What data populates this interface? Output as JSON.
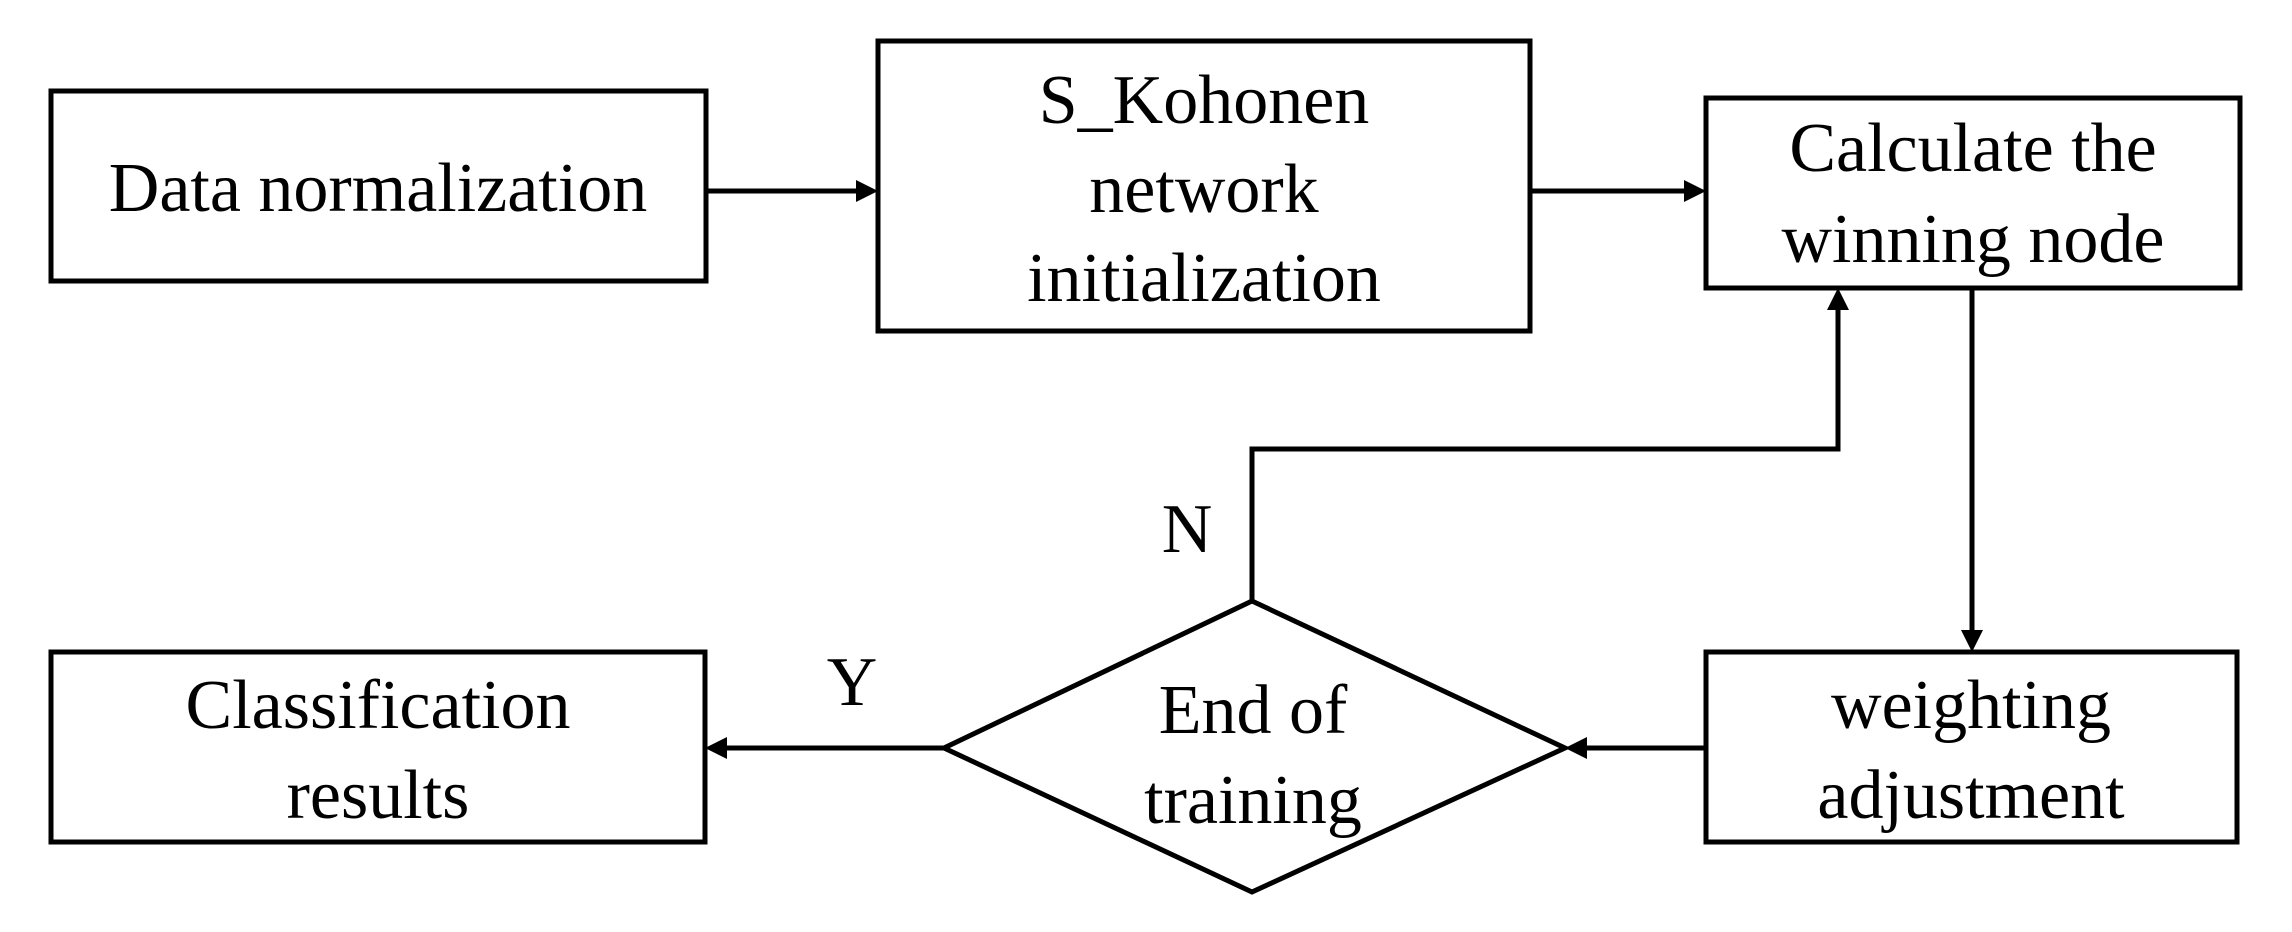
{
  "nodes": {
    "data_normalization": {
      "lines": [
        "Data normalization"
      ]
    },
    "kohonen_init": {
      "lines": [
        "S_Kohonen",
        "network",
        "initialization"
      ]
    },
    "winning_node": {
      "lines": [
        "Calculate the",
        "winning node"
      ]
    },
    "weighting": {
      "lines": [
        "weighting",
        "adjustment"
      ]
    },
    "end_training": {
      "lines": [
        "End of",
        "training"
      ]
    },
    "classification": {
      "lines": [
        "Classification",
        "results"
      ]
    }
  },
  "edge_labels": {
    "no": "N",
    "yes": "Y"
  },
  "colors": {
    "stroke": "#000000",
    "fill": "#ffffff",
    "text": "#000000"
  }
}
